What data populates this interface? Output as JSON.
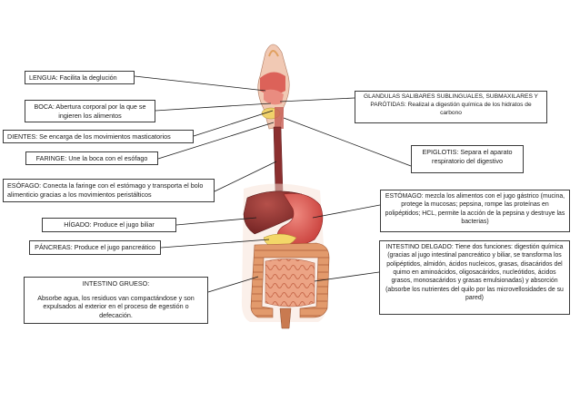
{
  "labels": {
    "lengua": "LENGUA: Facilita la deglución",
    "boca": "BOCA: Abertura corporal por la que se ingieren los alimentos",
    "dientes": "DIENTES: Se encarga de los movimientos masticatorios",
    "faringe": "FARINGE: Une la boca con el esófago",
    "esofago": "ESÓFAGO: Conecta la faringe con el estómago y transporta el bolo alimenticio gracias a los movimientos peristálticos",
    "higado": "HÍGADO: Produce el jugo biliar",
    "pancreas": "PÁNCREAS: Produce el jugo pancreático",
    "intestino_grueso_title": "INTESTINO GRUESO:",
    "intestino_grueso_text": "Absorbe agua, los residuos van compactándose y son expulsados al exterior en el proceso de egestión o defecación.",
    "glandulas": "GLANDULAS SALIBARES SUBLINGUALES, SUBMAXILARES Y PARÓTIDAS: Realizal a digestión química de los hidratos de carbono",
    "epiglotis": "EPIGLOTIS: Separa el aparato respiratorio del digestivo",
    "estomago": "ESTÓMAGO: mezcla los alimentos con el jugo gástrico (mucina, protege la mucosas; pepsina, rompe las proteínas en polipéptidos; HCL, permite la acción de la pepsina y destruye las bacterias)",
    "intestino_delgado": "INTESTINO DELGADO: Tiene dos funciones: digestión química (gracias al jugo intestinal pancreático y biliar, se transforma los polipéptidos, almidón, ácidos nucleicos, grasas, disacáridos del quimo en aminoácidos, oligosacáridos, nucleótidos, ácidos grasos, monosacáridos y grasas emulsionadas) y absorción (absorbe los nutrientes del quilo por las microvellosidades de su pared)"
  },
  "colors": {
    "esophagus": "#8b2f2f",
    "stomach": "#d24a45",
    "liver": "#8a2c2a",
    "large_intestine": "#d98a5c",
    "small_intestine": "#e9a07c",
    "pancreas": "#f0d060",
    "head_body": "#f4d7c8"
  }
}
